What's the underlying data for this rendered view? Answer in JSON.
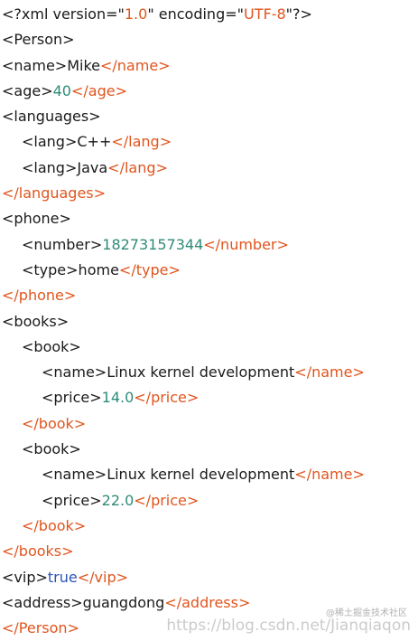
{
  "lines": [
    {
      "indent": 0,
      "segs": [
        {
          "t": "<?xml version=\"",
          "c": ""
        },
        {
          "t": "1.0",
          "c": "str"
        },
        {
          "t": "\" encoding=\"",
          "c": ""
        },
        {
          "t": "UTF-8",
          "c": "str"
        },
        {
          "t": "\"?>",
          "c": ""
        }
      ]
    },
    {
      "indent": 0,
      "segs": [
        {
          "t": "<Person>",
          "c": ""
        }
      ]
    },
    {
      "indent": 0,
      "segs": [
        {
          "t": "<name>Mike",
          "c": ""
        },
        {
          "t": "</name>",
          "c": "end"
        }
      ]
    },
    {
      "indent": 0,
      "segs": [
        {
          "t": "<age>",
          "c": ""
        },
        {
          "t": "40",
          "c": "num"
        },
        {
          "t": "</age>",
          "c": "end"
        }
      ]
    },
    {
      "indent": 0,
      "segs": [
        {
          "t": "<languages>",
          "c": ""
        }
      ]
    },
    {
      "indent": 1,
      "segs": [
        {
          "t": "<lang>C++",
          "c": ""
        },
        {
          "t": "</lang>",
          "c": "end"
        }
      ]
    },
    {
      "indent": 1,
      "segs": [
        {
          "t": "<lang>Java",
          "c": ""
        },
        {
          "t": "</lang>",
          "c": "end"
        }
      ]
    },
    {
      "indent": 0,
      "segs": [
        {
          "t": "</languages>",
          "c": "end"
        }
      ]
    },
    {
      "indent": 0,
      "segs": [
        {
          "t": "<phone>",
          "c": ""
        }
      ]
    },
    {
      "indent": 1,
      "segs": [
        {
          "t": "<number>",
          "c": ""
        },
        {
          "t": "18273157344",
          "c": "num"
        },
        {
          "t": "</number>",
          "c": "end"
        }
      ]
    },
    {
      "indent": 1,
      "segs": [
        {
          "t": "<type>home",
          "c": ""
        },
        {
          "t": "</type>",
          "c": "end"
        }
      ]
    },
    {
      "indent": 0,
      "segs": [
        {
          "t": "</phone>",
          "c": "end"
        }
      ]
    },
    {
      "indent": 0,
      "segs": [
        {
          "t": "<books>",
          "c": ""
        }
      ]
    },
    {
      "indent": 1,
      "segs": [
        {
          "t": "<book>",
          "c": ""
        }
      ]
    },
    {
      "indent": 2,
      "segs": [
        {
          "t": "<name>Linux kernel development",
          "c": ""
        },
        {
          "t": "</name>",
          "c": "end"
        }
      ]
    },
    {
      "indent": 2,
      "segs": [
        {
          "t": "<price>",
          "c": ""
        },
        {
          "t": "14.0",
          "c": "num"
        },
        {
          "t": "</price>",
          "c": "end"
        }
      ]
    },
    {
      "indent": 1,
      "segs": [
        {
          "t": "</book>",
          "c": "end"
        }
      ]
    },
    {
      "indent": 1,
      "segs": [
        {
          "t": "<book>",
          "c": ""
        }
      ]
    },
    {
      "indent": 2,
      "segs": [
        {
          "t": "<name>Linux kernel development",
          "c": ""
        },
        {
          "t": "</name>",
          "c": "end"
        }
      ]
    },
    {
      "indent": 2,
      "segs": [
        {
          "t": "<price>",
          "c": ""
        },
        {
          "t": "22.0",
          "c": "num"
        },
        {
          "t": "</price>",
          "c": "end"
        }
      ]
    },
    {
      "indent": 1,
      "segs": [
        {
          "t": "</book>",
          "c": "end"
        }
      ]
    },
    {
      "indent": 0,
      "segs": [
        {
          "t": "</books>",
          "c": "end"
        }
      ]
    },
    {
      "indent": 0,
      "segs": [
        {
          "t": "<vip>",
          "c": ""
        },
        {
          "t": "true",
          "c": "kw"
        },
        {
          "t": "</vip>",
          "c": "end"
        }
      ]
    },
    {
      "indent": 0,
      "segs": [
        {
          "t": "<address>guangdong",
          "c": ""
        },
        {
          "t": "</address>",
          "c": "end"
        }
      ]
    },
    {
      "indent": 0,
      "segs": [
        {
          "t": "</Person>",
          "c": "end"
        }
      ]
    }
  ],
  "watermark": "https://blog.csdn.net/Jianqiaqon",
  "badge": "@稀土掘金技术社区",
  "colors": {
    "text": "#1a1a1a",
    "closing_tag": "#e0551e",
    "string": "#e0551e",
    "number": "#2e8b78",
    "boolean": "#2b55b5"
  }
}
